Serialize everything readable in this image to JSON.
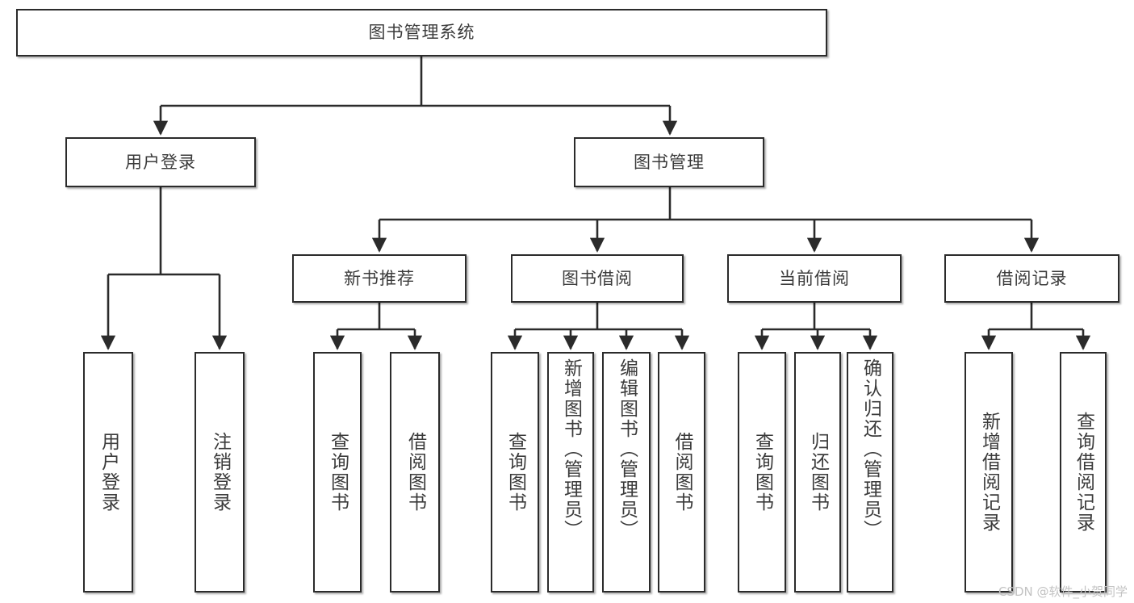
{
  "diagram": {
    "title": "图书管理系统",
    "type": "tree-hierarchy-diagram",
    "colors": {
      "box_border": "#2b2b2b",
      "box_fill": "#ffffff",
      "text": "#3b3b3b",
      "link": "#2b2b2b",
      "watermark": "#c3c3c3"
    },
    "root": {
      "label": "图书管理系统"
    },
    "level1": [
      {
        "label": "用户登录"
      },
      {
        "label": "图书管理"
      }
    ],
    "level2": [
      {
        "label": "新书推荐"
      },
      {
        "label": "图书借阅"
      },
      {
        "label": "当前借阅"
      },
      {
        "label": "借阅记录"
      }
    ],
    "leaves": {
      "user_login": [
        {
          "label": "用户登录"
        },
        {
          "label": "注销登录"
        }
      ],
      "new_book_recommend": [
        {
          "label": "查询图书"
        },
        {
          "label": "借阅图书"
        }
      ],
      "book_borrow": [
        {
          "label": "查询图书"
        },
        {
          "label": "新增图书（管理员）"
        },
        {
          "label": "编辑图书（管理员）"
        },
        {
          "label": "借阅图书"
        }
      ],
      "current_borrow": [
        {
          "label": "查询图书"
        },
        {
          "label": "归还图书"
        },
        {
          "label": "确认归还（管理员）"
        }
      ],
      "borrow_record": [
        {
          "label": "新增借阅记录"
        },
        {
          "label": "查询借阅记录"
        }
      ]
    }
  },
  "watermark": {
    "text": "CSDN @软件_小贺同学"
  }
}
